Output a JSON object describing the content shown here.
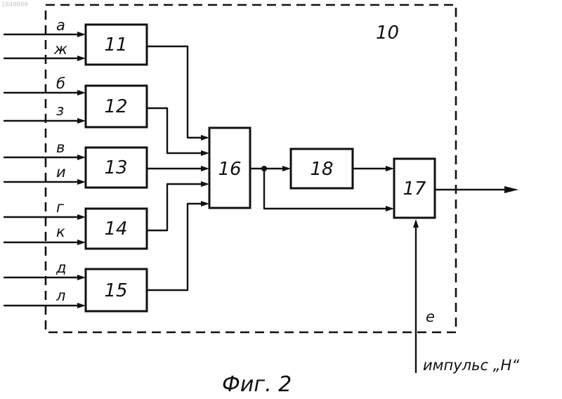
{
  "scan_id": "1840880",
  "unit_label": "10",
  "blocks": {
    "b11": "11",
    "b12": "12",
    "b13": "13",
    "b14": "14",
    "b15": "15",
    "b16": "16",
    "b17": "17",
    "b18": "18"
  },
  "inputs": {
    "a": "а",
    "zh": "ж",
    "b": "б",
    "z": "з",
    "v": "в",
    "i": "и",
    "g": "г",
    "k": "к",
    "d": "д",
    "l": "л"
  },
  "signal_e": "е",
  "impulse_label": "импульс „Н“",
  "caption": "Фиг. 2"
}
